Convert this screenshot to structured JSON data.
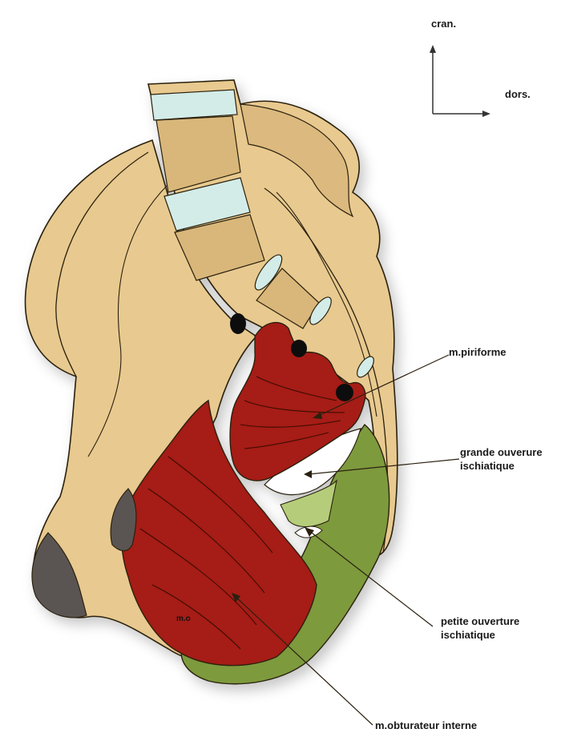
{
  "orientation": {
    "up_label": "cran.",
    "right_label": "dors."
  },
  "labels": {
    "piriformis": "m.piriforme",
    "greater_sciatic_line1": "grande ouverure",
    "greater_sciatic_line2": "ischiatique",
    "lesser_sciatic_line1": "petite ouverture",
    "lesser_sciatic_line2": "ischiatique",
    "obturator_internus": "m.obturateur interne",
    "muscle_tag": "m.o"
  },
  "colors": {
    "bone": "#e8c98f",
    "bone_dark": "#c9a66b",
    "cartilage": "#d3ece8",
    "muscle": "#a61f14",
    "ligament": "#7d9a3e",
    "ligament_light": "#b5cd7a",
    "cartilage_surface": "#5a5452",
    "outline": "#2b2010"
  }
}
